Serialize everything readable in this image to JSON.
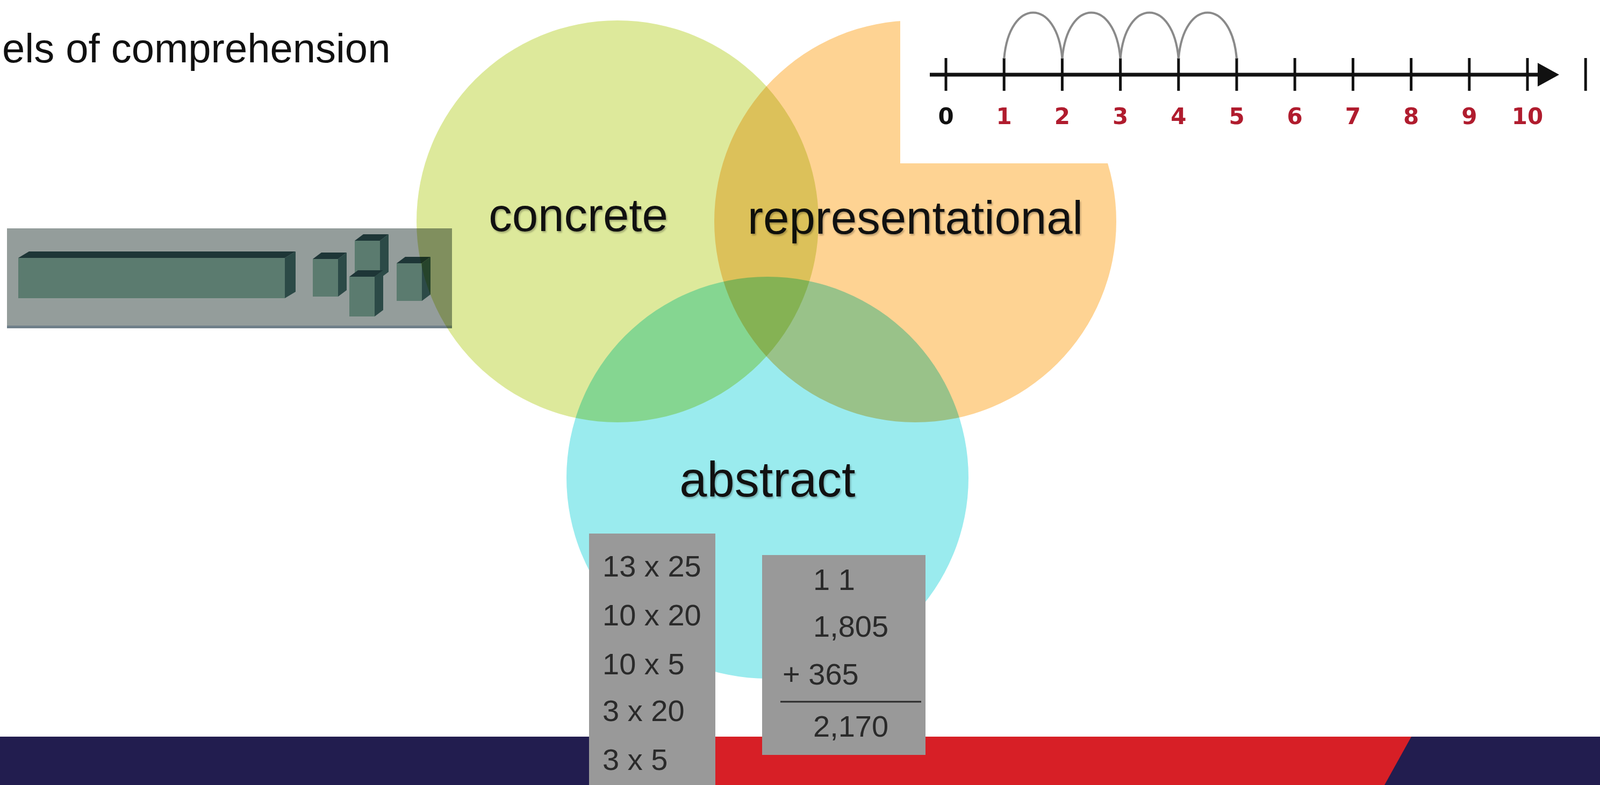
{
  "diagram": {
    "title": "els of comprehension",
    "nodes": [
      {
        "text": [
          "concrete"
        ]
      },
      {
        "text": [
          "representational"
        ]
      },
      {
        "text": [
          "abstract"
        ]
      },
      {
        "text": [
          "13 x 25",
          "10 x 20",
          "10 x 5",
          "3 x 20",
          "3 x 5"
        ]
      },
      {
        "text": [
          "1 1",
          "1,805",
          "+ 365",
          "2,170"
        ]
      }
    ],
    "labels": [
      "0",
      "1",
      "2",
      "3",
      "4",
      "5",
      "6",
      "7",
      "8",
      "9",
      "10"
    ]
  }
}
